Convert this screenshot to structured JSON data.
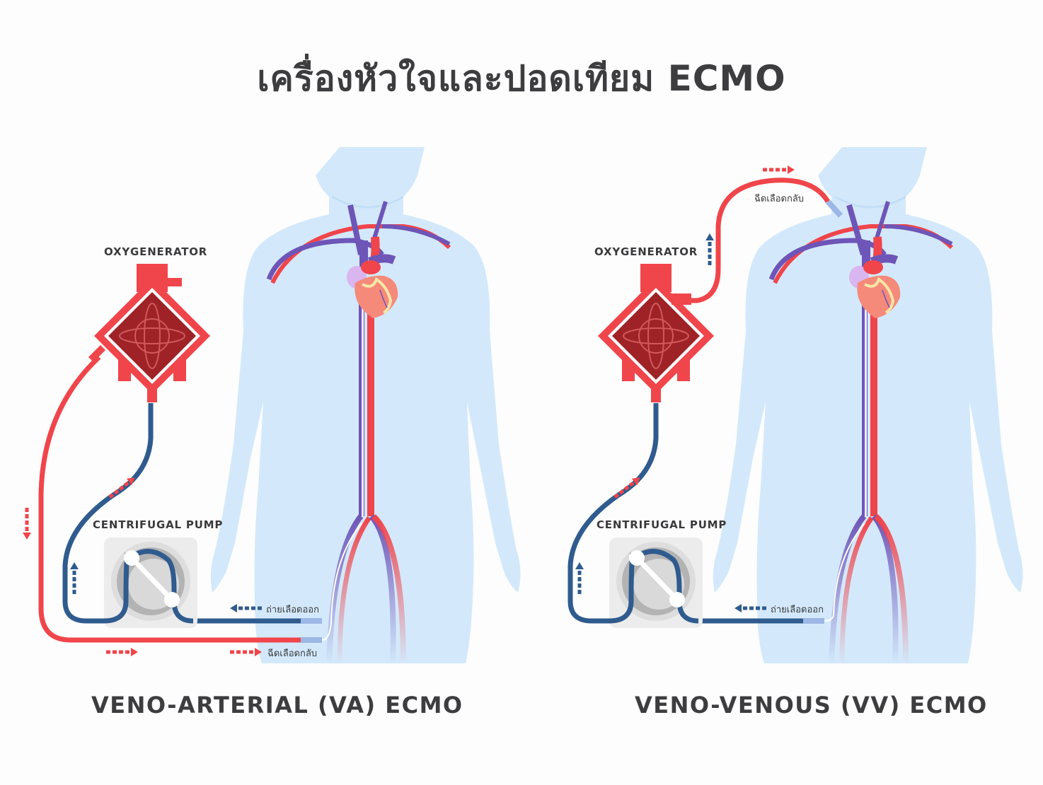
{
  "title": "เครื่องหัวใจและปอดเทียม ECMO",
  "colors": {
    "oxygenated": "#f0454b",
    "deoxygenated": "#2f5b8e",
    "vein": "#6e55b8",
    "body": "#d3e9fb",
    "oxygenator_inner": "#9e2226",
    "pump_gray": "#bdbdbd"
  },
  "panels": [
    {
      "id": "va",
      "caption": "VENO-ARTERIAL (VA) ECMO",
      "oxygenator_label": "OXYGENERATOR",
      "pump_label": "CENTRIFUGAL PUMP",
      "drain_label": "ถ่ายเลือดออก",
      "return_label": "ฉีดเลือดกลับ",
      "return_site": "femoral artery"
    },
    {
      "id": "vv",
      "caption": "VENO-VENOUS (VV) ECMO",
      "oxygenator_label": "OXYGENERATOR",
      "pump_label": "CENTRIFUGAL PUMP",
      "drain_label": "ถ่ายเลือดออก",
      "return_label": "ฉีดเลือดกลับ",
      "return_site": "jugular vein"
    }
  ],
  "icons": {
    "flow_arrow": "dashed-arrow-icon",
    "heart": "heart-icon",
    "oxygenator": "oxygenator-icon",
    "pump": "centrifugal-pump-icon",
    "body": "human-body-icon"
  }
}
